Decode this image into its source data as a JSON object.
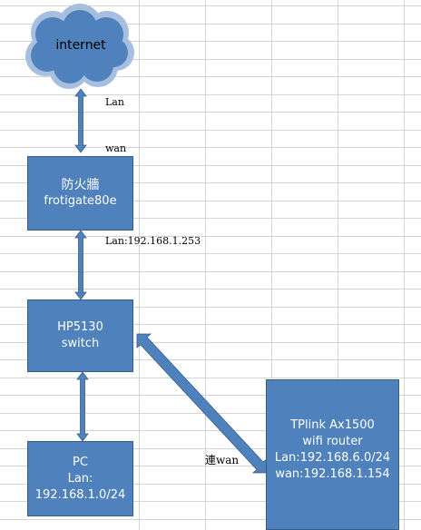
{
  "colors": {
    "box_fill": "#4f81bd",
    "box_border": "#385d8a",
    "arrow_fill": "#4f81bd",
    "cloud_fill": "#4f81bd",
    "cloud_glow": "#a7bfde",
    "grid_line": "#d4d4d4"
  },
  "cloud": {
    "label": "internet"
  },
  "labels": {
    "lan_top": "Lan",
    "wan_top": "wan",
    "firewall_lan": "Lan:192.168.1.253",
    "connect_wan": "連wan"
  },
  "firewall": {
    "line1": "防火牆",
    "line2": "frotigate80e"
  },
  "switch": {
    "line1": "HP5130",
    "line2": "switch"
  },
  "pc": {
    "line1": "PC",
    "line2": "Lan:",
    "line3": "192.168.1.0/24"
  },
  "router": {
    "line1": "TPlink Ax1500",
    "line2": "wifi router",
    "line3": "Lan:192.168.6.0/24",
    "line4": "wan:192.168.1.154"
  }
}
